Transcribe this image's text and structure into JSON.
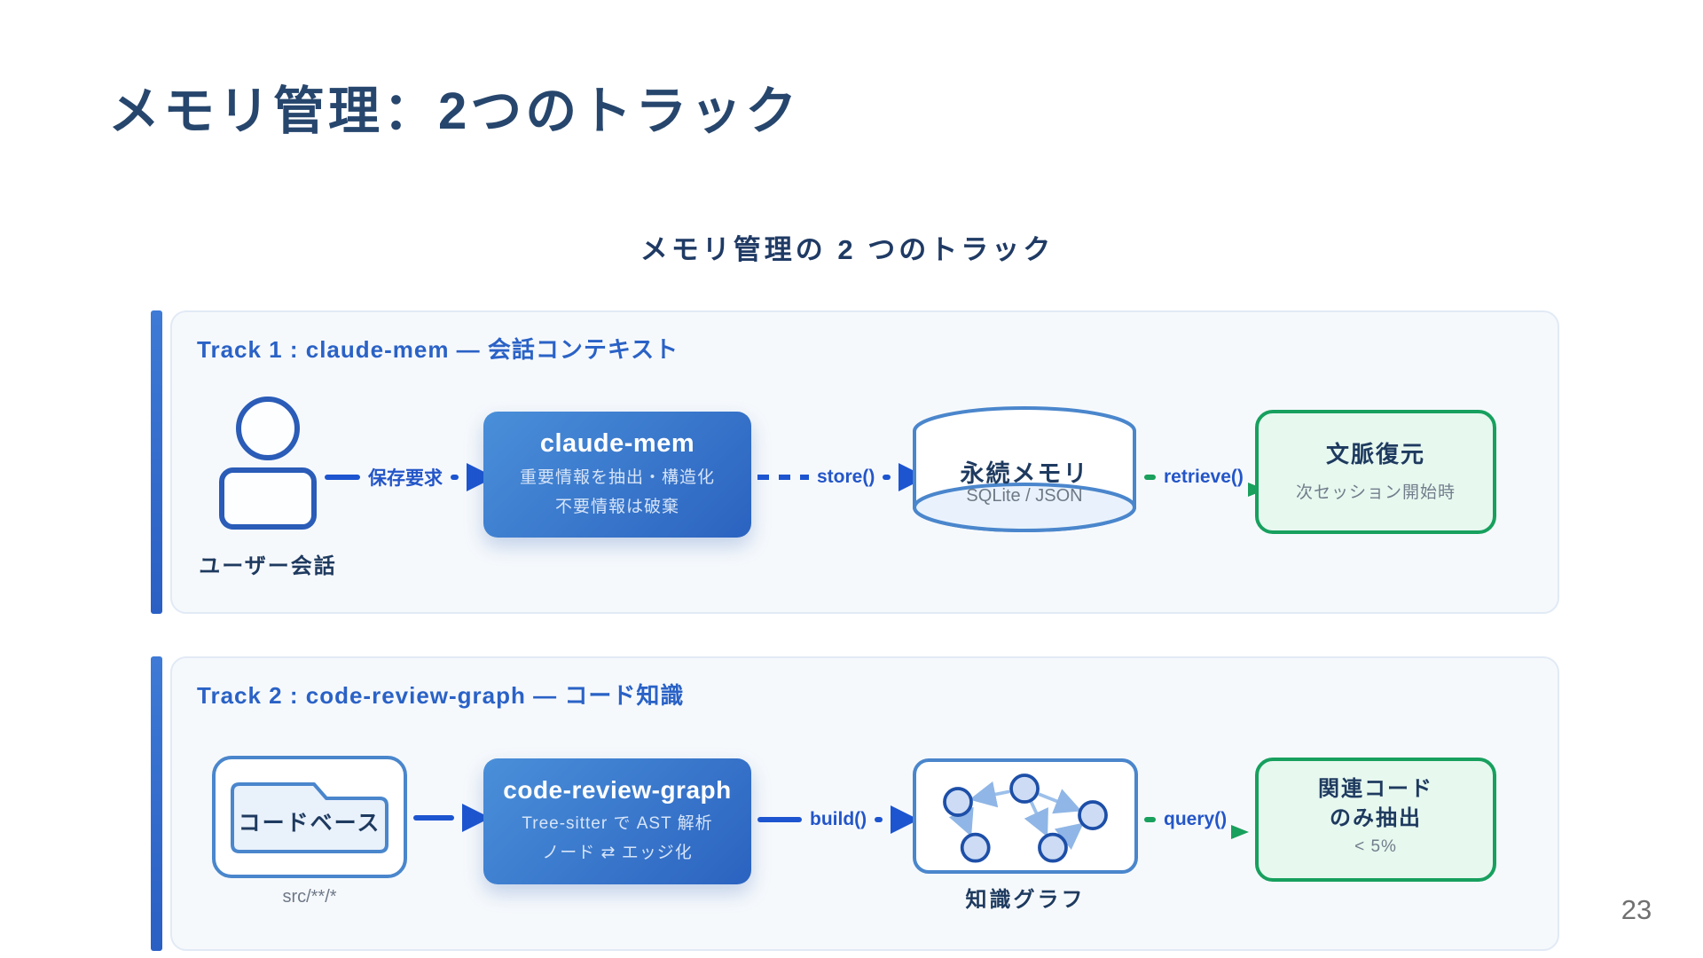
{
  "slide": {
    "title": "メモリ管理：2つのトラック",
    "subtitle": "メモリ管理の 2 つのトラック",
    "page_number": "23"
  },
  "colors": {
    "accent_blue": "#2a62c6",
    "arrow_blue": "#1d55d0",
    "navy_text": "#1e3a5f",
    "green_accent": "#17a05e",
    "green_fill": "#e7f8ef",
    "panel_bg": "#f6f9fc",
    "box_gradient_start": "#4a8fd9",
    "box_gradient_end": "#2b63c0"
  },
  "icons": {
    "user": "user-icon",
    "database": "database-cylinder-icon",
    "folder": "folder-icon",
    "graph": "knowledge-graph-icon",
    "arrow": "arrow-right-icon"
  },
  "track1": {
    "header": "Track 1 : claude-mem — 会話コンテキスト",
    "user_label": "ユーザー会話",
    "arrow_save": "保存要求",
    "process": {
      "title": "claude-mem",
      "line1": "重要情報を抽出・構造化",
      "line2": "不要情報は破棄"
    },
    "arrow_store": "store()",
    "db": {
      "title": "永続メモリ",
      "subtitle": "SQLite / JSON"
    },
    "arrow_retrieve": "retrieve()",
    "result": {
      "title": "文脈復元",
      "subtitle": "次セッション開始時"
    }
  },
  "track2": {
    "header": "Track 2 : code-review-graph — コード知識",
    "source": {
      "label": "コードベース",
      "caption": "src/**/*"
    },
    "process": {
      "title": "code-review-graph",
      "line1": "Tree-sitter で AST 解析",
      "line2": "ノード ⇄ エッジ化"
    },
    "arrow_build": "build()",
    "graph_caption": "知識グラフ",
    "arrow_query": "query()",
    "result": {
      "title": "関連コード",
      "title2": "のみ抽出",
      "subtitle": "< 5%"
    }
  }
}
